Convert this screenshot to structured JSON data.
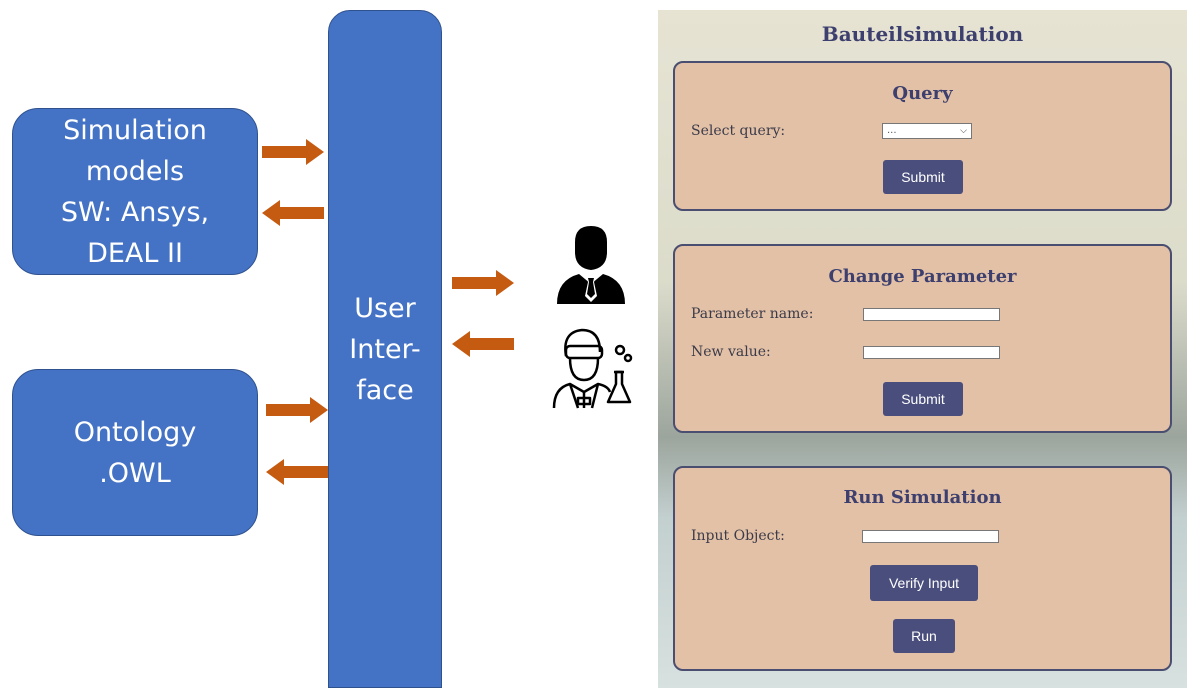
{
  "diagram": {
    "simulation_box": "Simulation\nmodels\nSW: Ansys,\nDEAL II",
    "ontology_box": "Ontology\n.OWL",
    "ui_box": "User\nInter-\nface",
    "colors": {
      "box": "#4472c4",
      "arrow": "#c55a11"
    }
  },
  "app": {
    "title": "Bauteilsimulation",
    "query": {
      "title": "Query",
      "select_label": "Select query:",
      "select_value": "...",
      "submit": "Submit"
    },
    "change_parameter": {
      "title": "Change Parameter",
      "param_label": "Parameter name:",
      "value_label": "New value:",
      "submit": "Submit"
    },
    "run_simulation": {
      "title": "Run Simulation",
      "input_label": "Input Object:",
      "verify": "Verify Input",
      "run": "Run"
    }
  }
}
